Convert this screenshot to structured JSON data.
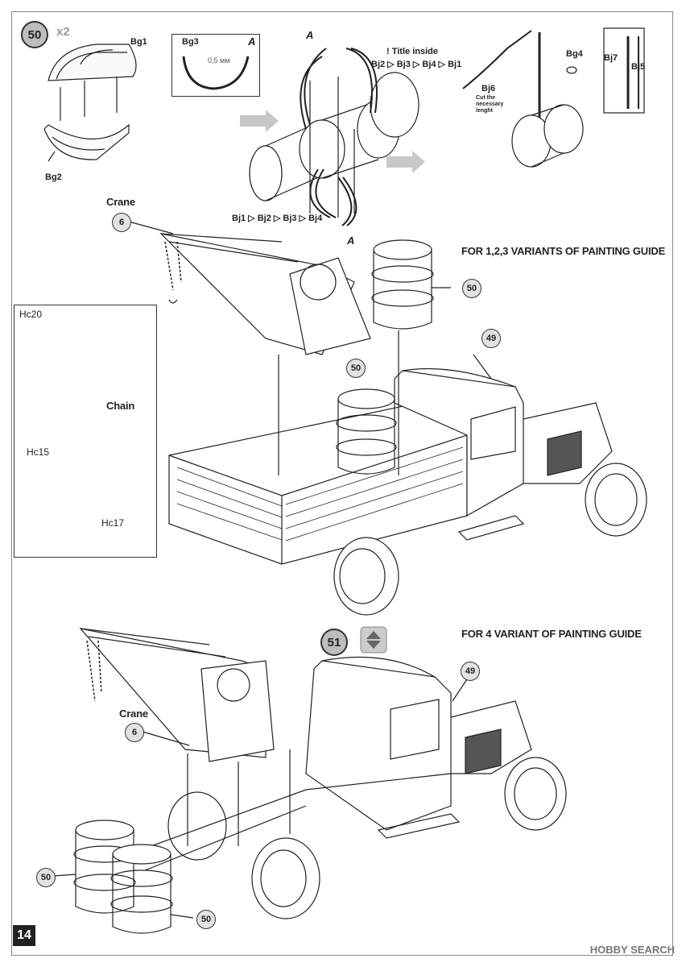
{
  "page": {
    "number": "14",
    "watermark": "HOBBY SEARCH"
  },
  "step50": {
    "badge": "50",
    "quantity": "x2",
    "parts": {
      "bg1": "Bg1",
      "bg2": "Bg2",
      "bg3": "Bg3",
      "bg4": "Bg4",
      "bj5": "Bj5",
      "bj6": "Bj6",
      "bj7": "Bj7"
    },
    "inset_letter": "A",
    "inset_dim": "0,5 мм",
    "letter_a_top": "A",
    "letter_a_bottom": "A",
    "title_note": "! Title inside",
    "sequence_top": "Bj2 ▷ Bj3 ▷ Bj4 ▷ Bj1",
    "sequence_bottom": "Bj1 ▷ Bj2 ▷ Bj3 ▷ Bj4",
    "cut_note": "Cut the necessary lenght"
  },
  "upper_assembly": {
    "crane_label": "Crane",
    "crane_callout": "6",
    "heading": "FOR 1,2,3 VARIANTS OF PAINTING GUIDE",
    "drum_callout": "50",
    "drum_callout_2": "50",
    "cab_callout": "49"
  },
  "detail": {
    "hc20": "Hc20",
    "chain": "Chain",
    "hc15": "Hc15",
    "hc17": "Hc17"
  },
  "step51": {
    "badge": "51",
    "heading": "FOR 4 VARIANT OF PAINTING GUIDE",
    "crane_label": "Crane",
    "crane_callout": "6",
    "cab_callout": "49",
    "drum_callout_left": "50",
    "drum_callout_right": "50"
  },
  "colors": {
    "badge_fill": "#bdbdbd",
    "callout_fill": "#e2e2e2",
    "arrow_grey": "#c8c8c8"
  }
}
